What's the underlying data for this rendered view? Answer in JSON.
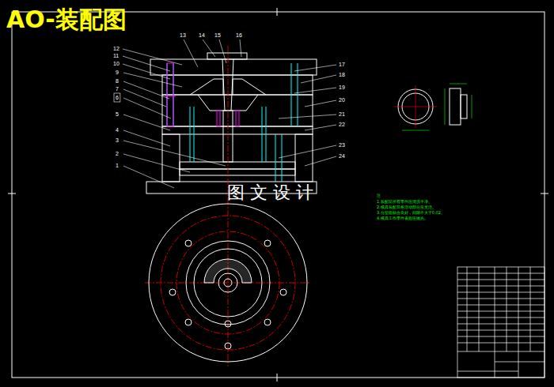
{
  "diagram": {
    "title": "AO-装配图",
    "labels": [
      "12",
      "11",
      "10",
      "9",
      "8",
      "7",
      "6",
      "5",
      "4",
      "3",
      "2",
      "1",
      "13",
      "14",
      "15",
      "16",
      "17",
      "18",
      "19",
      "20",
      "21",
      "22",
      "23",
      "24",
      "图 文 设 计",
      "注",
      "1.装配前所有零件应清洗干净。",
      "2.模具装配后各活动部分应灵活。",
      "3.分型面贴合良好，间隙不大于0.02。",
      "4.模具工作零件表面应抛光。"
    ]
  }
}
